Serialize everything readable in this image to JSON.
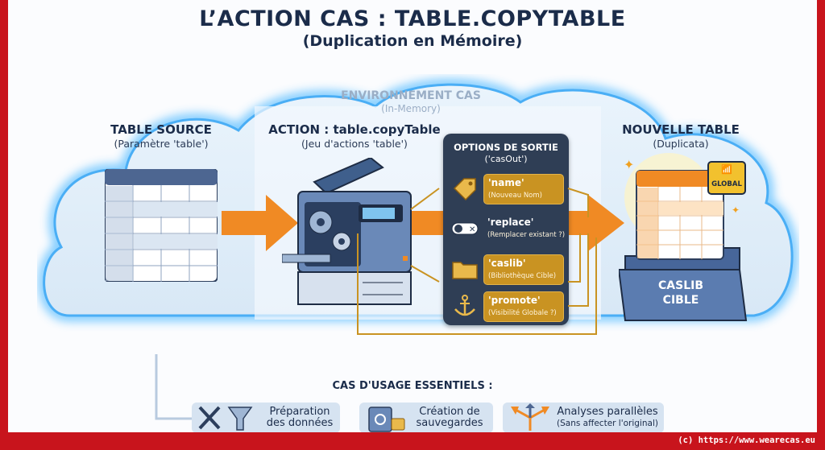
{
  "title": {
    "line1": "L’ACTION CAS : TABLE.COPYTABLE",
    "line2": "(Duplication en Mémoire)"
  },
  "environment": {
    "label": "ENVIRONNEMENT CAS",
    "sub": "(In-Memory)"
  },
  "source": {
    "label": "TABLE SOURCE",
    "sub": "(Paramètre 'table')"
  },
  "action": {
    "label": "ACTION : table.copyTable",
    "sub": "(Jeu d'actions 'table')"
  },
  "output_options": {
    "title": "OPTIONS DE SORTIE",
    "sub": "('casOut')",
    "items": [
      {
        "name": "'name'",
        "desc": "(Nouveau Nom)",
        "icon": "tag-icon"
      },
      {
        "name": "'replace'",
        "desc": "(Remplacer existant ?)",
        "icon": "toggle-icon"
      },
      {
        "name": "'caslib'",
        "desc": "(Bibliothèque Cible)",
        "icon": "folder-icon"
      },
      {
        "name": "'promote'",
        "desc": "(Visibilité Globale ?)",
        "icon": "anchor-icon"
      }
    ]
  },
  "target": {
    "label": "NOUVELLE TABLE",
    "sub": "(Duplicata)",
    "badge": "GLOBAL",
    "folder_line1": "CASLIB",
    "folder_line2": "CIBLE"
  },
  "usage": {
    "title": "CAS D'USAGE ESSENTIELS :",
    "items": [
      {
        "line1": "Préparation",
        "line2": "des données",
        "icon": "tools-funnel-icon"
      },
      {
        "line1": "Création de",
        "line2": "sauvegardes",
        "icon": "safe-lock-icon"
      },
      {
        "line1": "Analyses parallèles",
        "line2": "(Sans affecter l'original)",
        "icon": "split-arrows-icon"
      }
    ]
  },
  "footer": "(c) https://www.wearecas.eu",
  "colors": {
    "frame": "#c8141c",
    "arrow": "#f08a24",
    "panel": "#2f3e55",
    "option": "#c99322",
    "cloud_glow": "#5ab8ff"
  }
}
